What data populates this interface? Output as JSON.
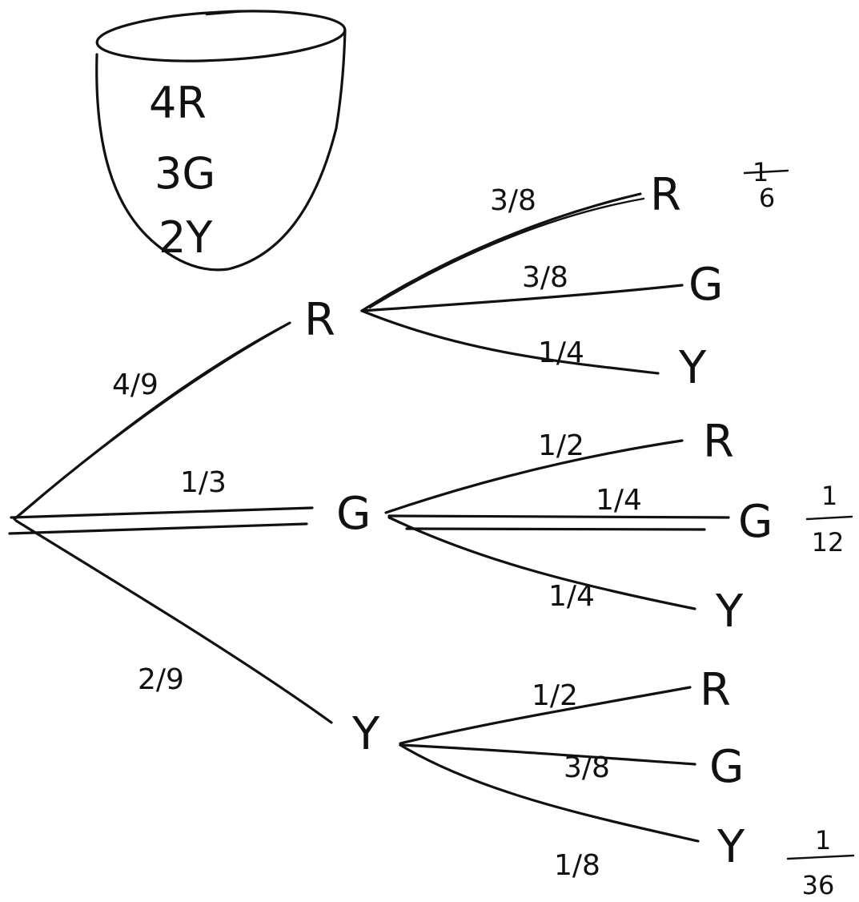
{
  "bag": {
    "contents": [
      "4R",
      "3G",
      "2Y"
    ]
  },
  "first_draw": {
    "nodes": [
      {
        "label": "R",
        "prob": "4/9"
      },
      {
        "label": "G",
        "prob": "1/3"
      },
      {
        "label": "Y",
        "prob": "2/9"
      }
    ]
  },
  "second_draw": {
    "from_R": [
      {
        "label": "R",
        "prob": "3/8"
      },
      {
        "label": "G",
        "prob": "3/8"
      },
      {
        "label": "Y",
        "prob": "1/4"
      }
    ],
    "from_G": [
      {
        "label": "R",
        "prob": "1/2"
      },
      {
        "label": "G",
        "prob": "1/4"
      },
      {
        "label": "Y",
        "prob": "1/4"
      }
    ],
    "from_Y": [
      {
        "label": "R",
        "prob": "1/2"
      },
      {
        "label": "G",
        "prob": "3/8"
      },
      {
        "label": "Y",
        "prob": "1/8"
      }
    ]
  },
  "results": {
    "RR": {
      "num": "1",
      "den": "6"
    },
    "GG": {
      "num": "1",
      "den": "12"
    },
    "YY": {
      "num": "1",
      "den": "36"
    }
  }
}
